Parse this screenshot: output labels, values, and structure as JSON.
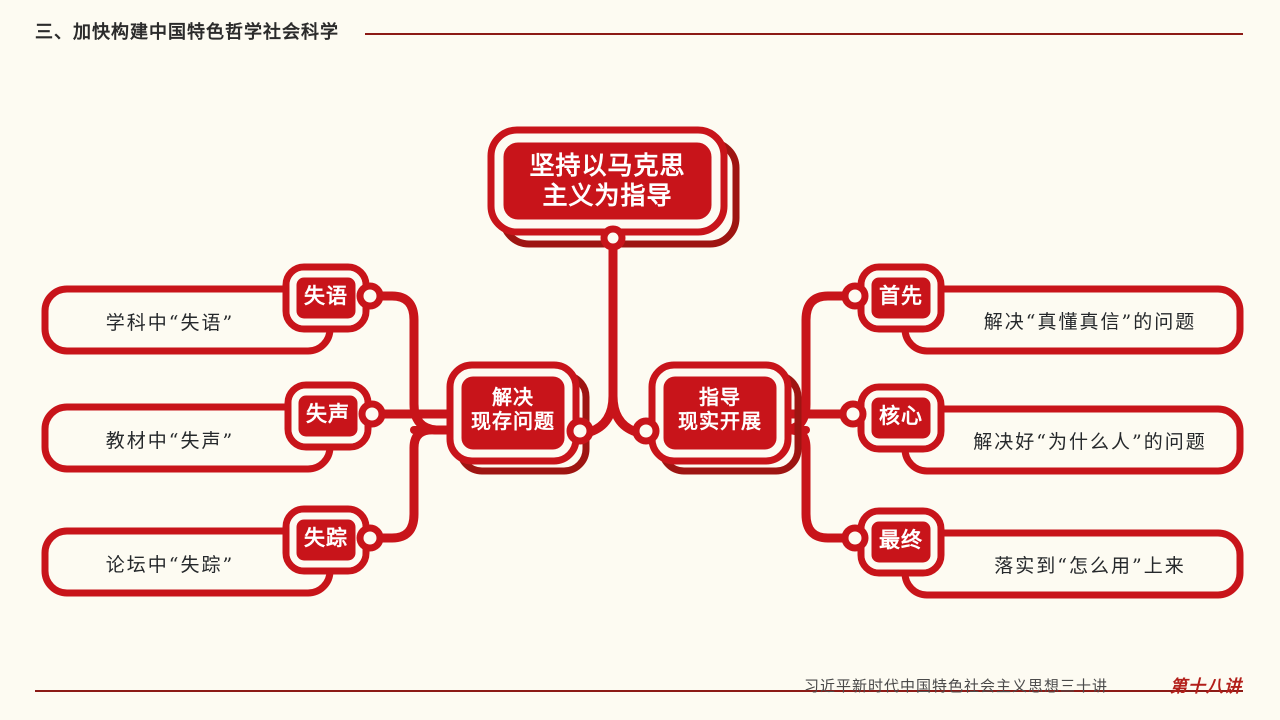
{
  "page": {
    "background_color": "#FDFBF2",
    "accent_red": "#C8141A",
    "accent_red_dark": "#9E1512",
    "rule_color": "#8C1A16",
    "text_dark": "#25282B"
  },
  "header": {
    "title": "三、加快构建中国特色哲学社会科学",
    "rule": "header-rule"
  },
  "footer": {
    "series_title": "习近平新时代中国特色社会主义思想三十讲",
    "lecture_mark": "第十八讲",
    "rule": "footer-rule"
  },
  "diagram": {
    "type": "mind-map",
    "root": {
      "label_line1": "坚持以马克思",
      "label_line2": "主义为指导"
    },
    "hubs": [
      {
        "id": "hub-left",
        "label_line1": "解决",
        "label_line2": "现存问题"
      },
      {
        "id": "hub-right",
        "label_line1": "指导",
        "label_line2": "现实开展"
      }
    ],
    "left_branches": [
      {
        "badge": "失语",
        "text": "学科中“失语”"
      },
      {
        "badge": "失声",
        "text": "教材中“失声”"
      },
      {
        "badge": "失踪",
        "text": "论坛中“失踪”"
      }
    ],
    "right_branches": [
      {
        "badge": "首先",
        "text": "解决“真懂真信”的问题"
      },
      {
        "badge": "核心",
        "text": "解决好“为什么人”的问题"
      },
      {
        "badge": "最终",
        "text": "落实到“怎么用”上来"
      }
    ]
  }
}
